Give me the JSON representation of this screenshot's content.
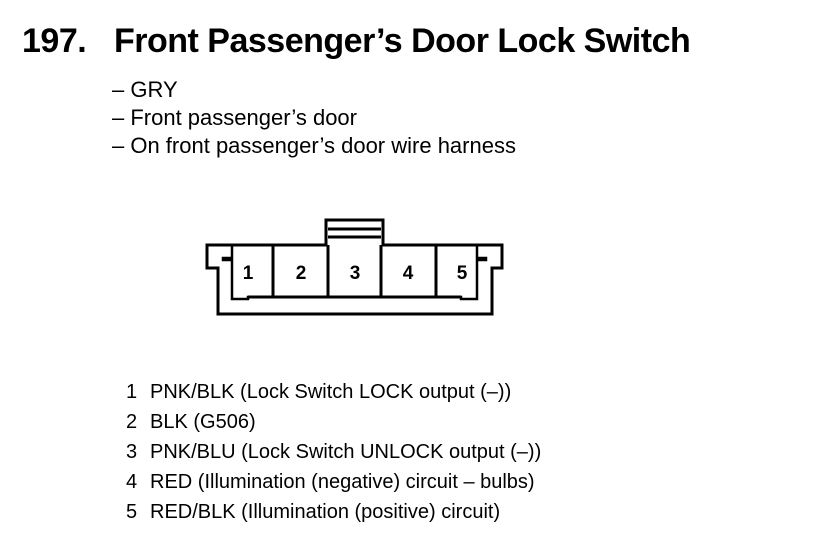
{
  "title": {
    "number": "197.",
    "name": "Front Passenger’s Door Lock Switch"
  },
  "details": [
    "– GRY",
    "– Front passenger’s door",
    "– On front passenger’s door wire harness"
  ],
  "connector": {
    "pin_labels": [
      "1",
      "2",
      "3",
      "4",
      "5"
    ]
  },
  "pins": [
    {
      "number": "1",
      "description": "PNK/BLK (Lock Switch LOCK output (–))"
    },
    {
      "number": "2",
      "description": "BLK (G506)"
    },
    {
      "number": "3",
      "description": "PNK/BLU (Lock Switch UNLOCK output (–))"
    },
    {
      "number": "4",
      "description": "RED (Illumination (negative) circuit – bulbs)"
    },
    {
      "number": "5",
      "description": "RED/BLK (Illumination (positive) circuit)"
    }
  ]
}
